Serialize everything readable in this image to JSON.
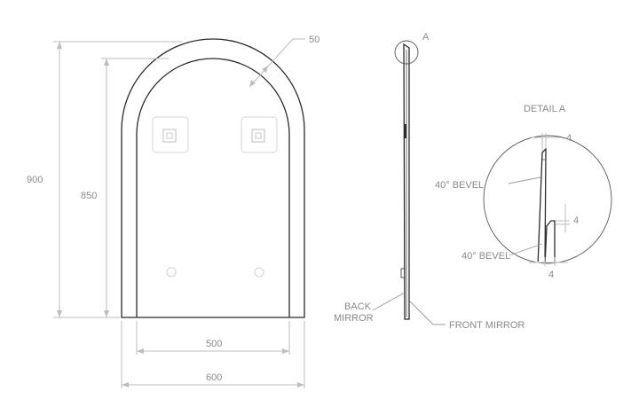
{
  "dimensions": {
    "overall_height": "900",
    "mirror_height": "850",
    "frame_width": "50",
    "inner_width": "500",
    "overall_width": "600"
  },
  "side_view": {
    "detail_marker": "A",
    "back_mirror_line1": "BACK",
    "back_mirror_line2": "MIRROR",
    "front_mirror": "FRONT MIRROR"
  },
  "detail": {
    "title": "DETAIL A",
    "bevel_upper": "40° BEVEL",
    "bevel_lower": "40° BEVEL",
    "dim_top": "4",
    "dim_side": "4",
    "dim_bottom": "4"
  },
  "colors": {
    "outline": "#2b2b2b",
    "dimension": "#bdbdbd",
    "text": "#8a8a8a"
  }
}
